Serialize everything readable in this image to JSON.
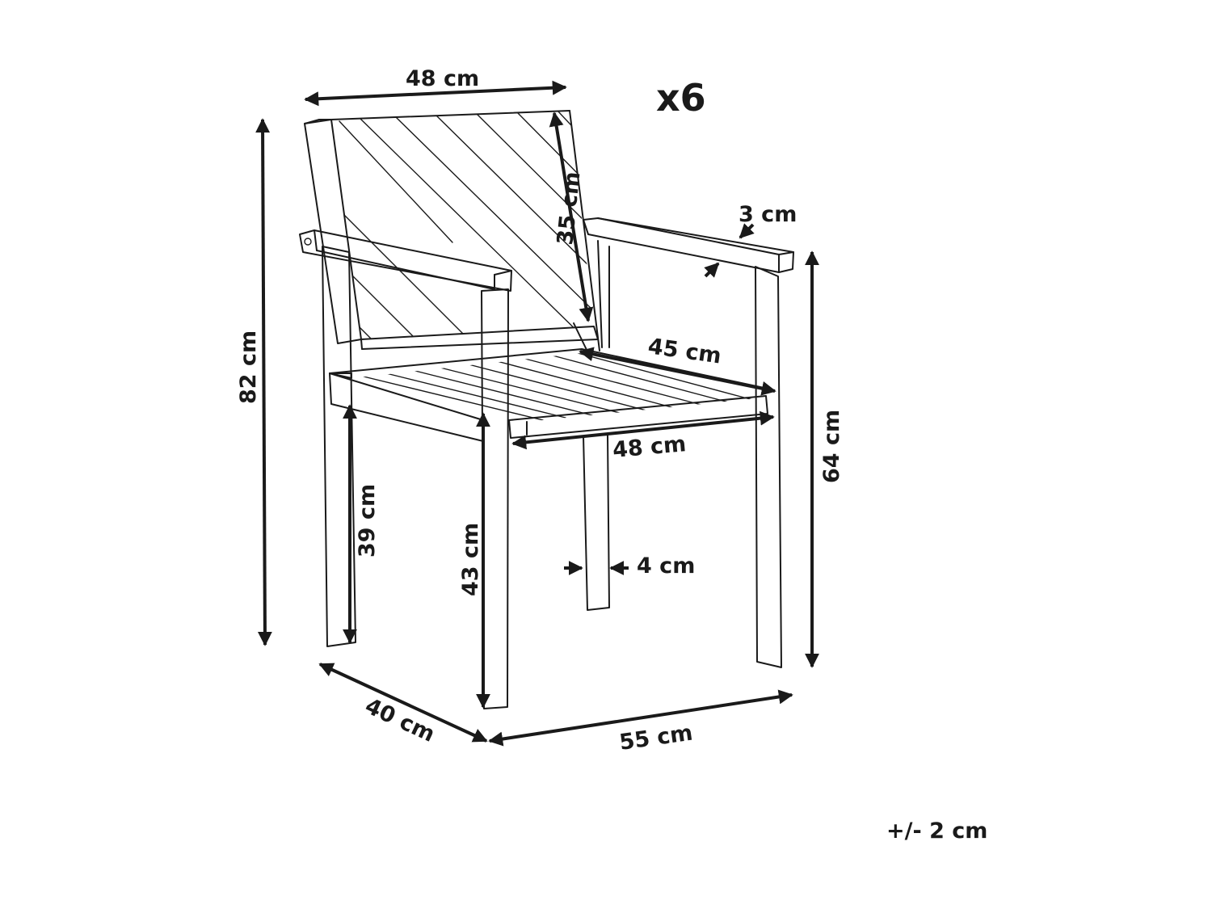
{
  "quantity_label": "x6",
  "tolerance": "+/- 2 cm",
  "dimensions": {
    "backrest_width": "48 cm",
    "backrest_height": "35 cm",
    "armrest_thickness": "3 cm",
    "total_height": "82 cm",
    "armrest_height": "64 cm",
    "seat_depth": "45 cm",
    "seat_width": "48 cm",
    "leg_clearance_height": "39 cm",
    "seat_height": "43 cm",
    "leg_width": "4 cm",
    "depth": "40 cm",
    "width": "55 cm"
  }
}
